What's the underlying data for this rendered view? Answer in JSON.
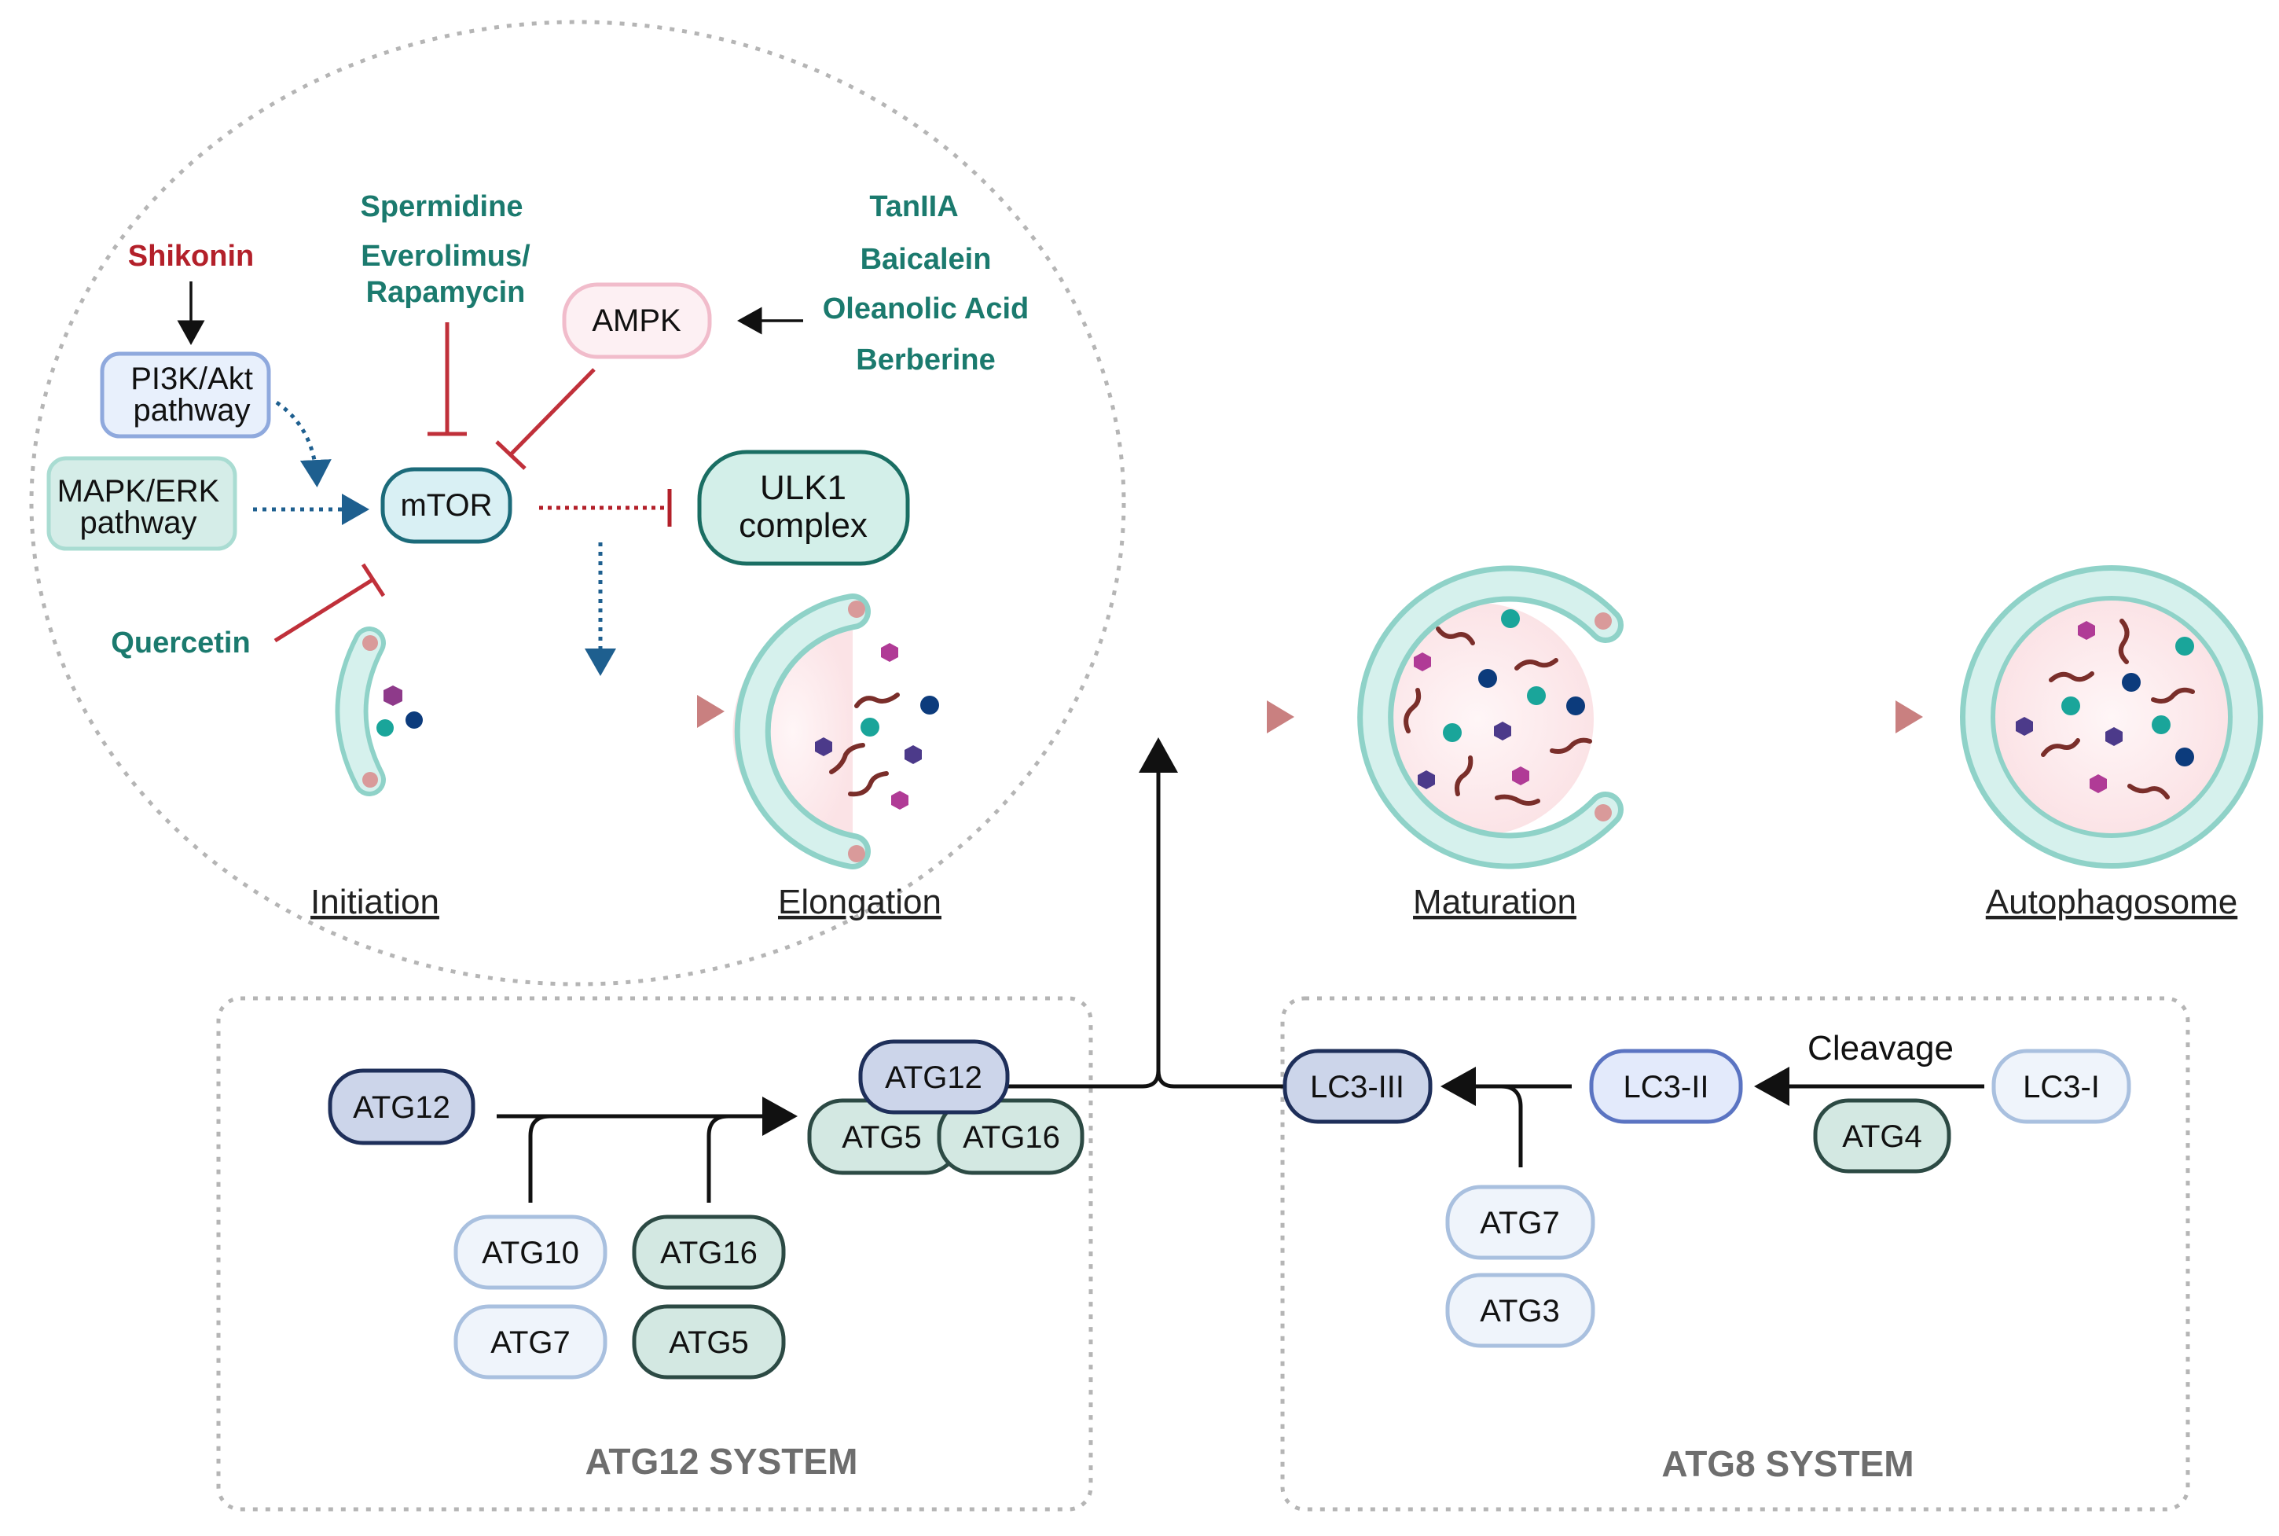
{
  "colors": {
    "teal_text": "#1b7a6e",
    "red_text": "#b3202a",
    "inhibit_line": "#c0303a",
    "blue_dotted": "#1e5f8f",
    "progress_arrow": "#c98080",
    "membrane": "#bfe8e3",
    "membrane_edge": "#8fd2c8",
    "lumen": "#fdeef0"
  },
  "drugs": {
    "shikonin": "Shikonin",
    "spermidine": "Spermidine",
    "everolimus": "Everolimus/",
    "rapamycin": "Rapamycin",
    "tanIIA": "TanIIA",
    "baicalein": "Baicalein",
    "oleanolic": "Oleanolic Acid",
    "berberine": "Berberine",
    "quercetin": "Quercetin"
  },
  "nodes": {
    "pi3k_line1": "PI3K/Akt",
    "pi3k_line2": "pathway",
    "mapk_line1": "MAPK/ERK",
    "mapk_line2": "pathway",
    "mtor": "mTOR",
    "ampk": "AMPK",
    "ulk1_line1": "ULK1",
    "ulk1_line2": "complex"
  },
  "stages": {
    "initiation": "Initiation",
    "elongation": "Elongation",
    "maturation": "Maturation",
    "autophagosome": "Autophagosome"
  },
  "atg12_system": {
    "title": "ATG12 SYSTEM",
    "atg12": "ATG12",
    "atg10": "ATG10",
    "atg7": "ATG7",
    "atg16": "ATG16",
    "atg5": "ATG5",
    "complex_atg12": "ATG12",
    "complex_atg5": "ATG5",
    "complex_atg16": "ATG16"
  },
  "atg8_system": {
    "title": "ATG8 SYSTEM",
    "lc3_iii": "LC3-III",
    "lc3_ii": "LC3-II",
    "lc3_i": "LC3-I",
    "cleavage": "Cleavage",
    "atg4": "ATG4",
    "atg7": "ATG7",
    "atg3": "ATG3"
  }
}
